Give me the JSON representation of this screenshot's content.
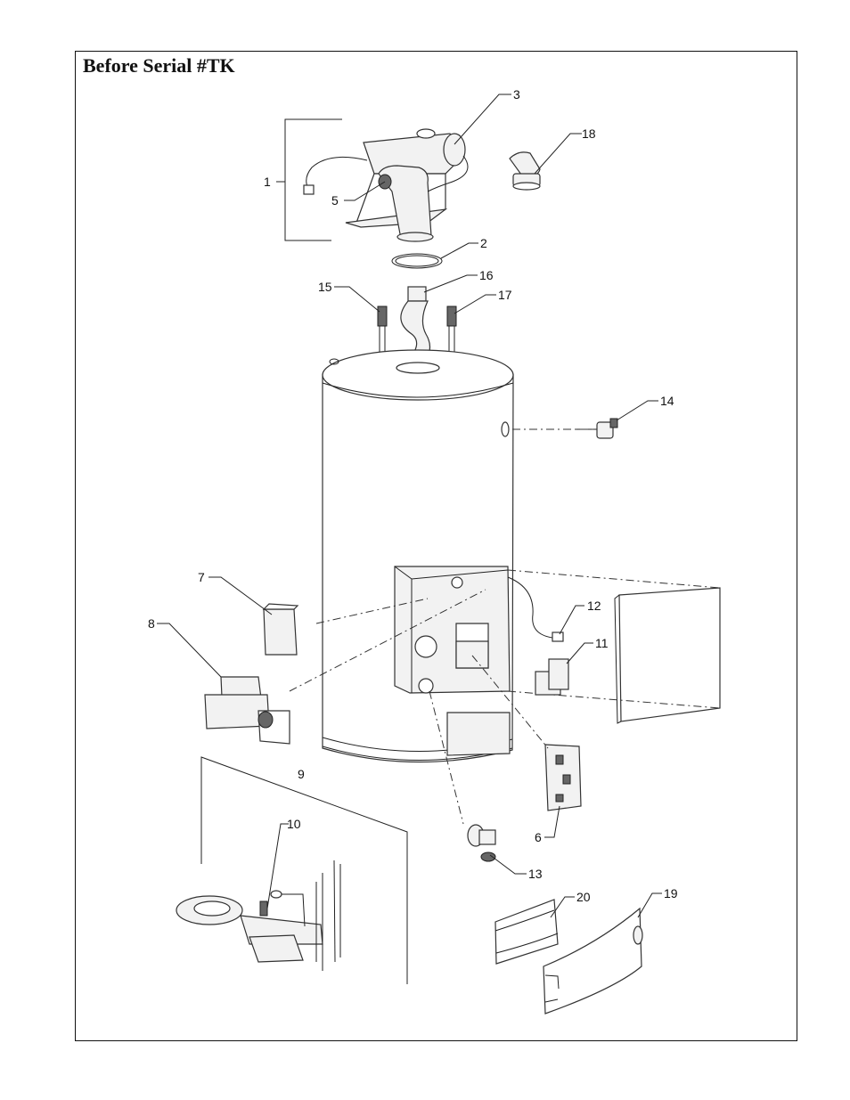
{
  "title": "Before Serial #TK",
  "callouts": [
    "1",
    "2",
    "3",
    "5",
    "6",
    "7",
    "8",
    "9",
    "10",
    "11",
    "12",
    "13",
    "14",
    "15",
    "16",
    "17",
    "18",
    "19",
    "20"
  ]
}
